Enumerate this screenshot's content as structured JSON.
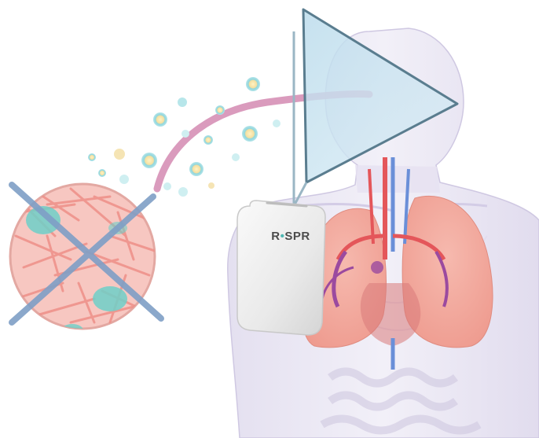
{
  "device": {
    "brand_prefix": "R",
    "brand_suffix": "SPR"
  },
  "colors": {
    "body": "#dcd6ec",
    "lungs": "#f2a89d",
    "vessels_red": "#e4565a",
    "vessels_blue": "#6a8fd8",
    "bacteria": "#f3a7a2",
    "biofilm_patch": "#6ecfc8",
    "cross_mark": "#7f9fc6",
    "bubble_teal": "#7fd3da",
    "bubble_yellow": "#f4dfa0",
    "tube": "#d690b6",
    "triangle_fill": "#a9cfe3",
    "triangle_stroke": "#5a7d8f"
  },
  "icons": [
    "bacteria-colony",
    "cross-mark",
    "bubble",
    "tube",
    "triangle-shield",
    "respr-device"
  ]
}
